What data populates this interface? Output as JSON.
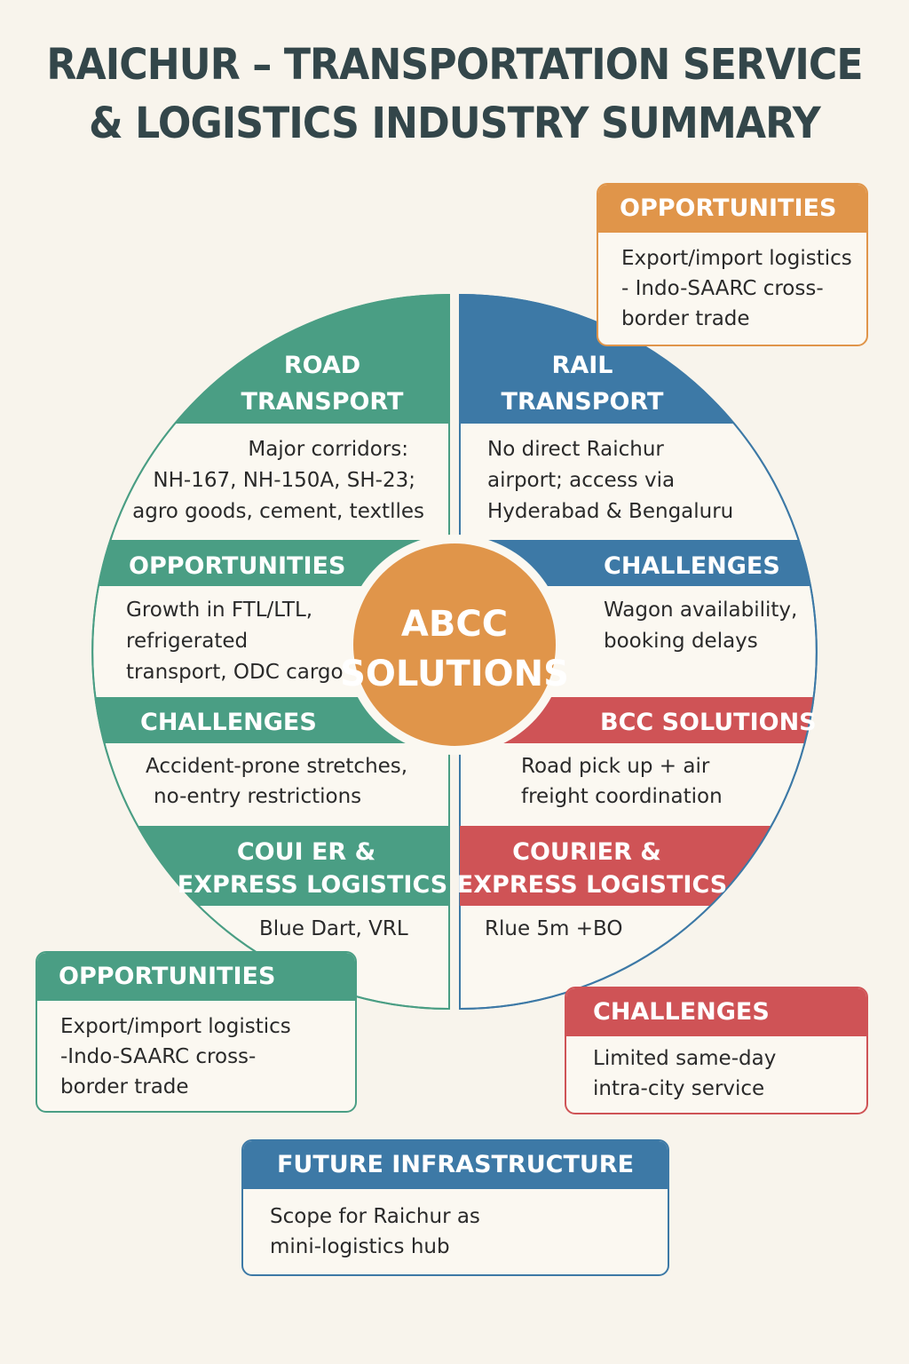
{
  "title": {
    "line1": "RAICHUR – TRANSPORTATION SERVICE",
    "line2": "& LOGISTICS INDUSTRY SUMMARY"
  },
  "colors": {
    "green": "#4a9e84",
    "blue": "#3d79a6",
    "red": "#cf5356",
    "orange": "#e0954a",
    "background": "#f8f4ec"
  },
  "center": {
    "line1": "ABCC",
    "line2": "SOLUTIONS"
  },
  "road": {
    "header1": "ROAD",
    "header2": "TRANSPORT",
    "text1": "Major corridors:",
    "text2": "NH-167, NH-150A, SH-23;",
    "text3": "agro goods, cement, textlles"
  },
  "rail": {
    "header1": "RAIL",
    "header2": "TRANSPORT",
    "text1": "No direct Raichur",
    "text2": "airport; access via",
    "text3": "Hyderabad & Bengaluru"
  },
  "left_opportunities": {
    "header": "OPPORTUNITIES",
    "text1": "Growth in FTL/LTL,",
    "text2": "refrigerated",
    "text3": "transport, ODC cargo"
  },
  "right_challenges": {
    "header": "CHALLENGES",
    "text1": "Wagon availability,",
    "text2": "booking delays"
  },
  "left_challenges": {
    "header": "CHALLENGES",
    "text1": "Accident-prone stretches,",
    "text2": "no-entry restrictions"
  },
  "bcc_solutions": {
    "header": "BCC SOLUTIONS",
    "text1": "Road pick up + air",
    "text2": "freight coordination"
  },
  "left_courier": {
    "header1": "COUI ER  &",
    "header2": "EXPRESS LOGISTICS",
    "text1": "Blue Dart, VRL"
  },
  "right_courier": {
    "header1": "COURIER &",
    "header2": "EXPRESS LOGISTICS",
    "text1": "Rlue 5m +BO"
  },
  "top_opportunities": {
    "header": "OPPORTUNITIES",
    "line1": "Export/import logistics",
    "line2": "- Indo-SAARC cross-",
    "line3": "border trade"
  },
  "bottom_opportunities": {
    "header": "OPPORTUNITIES",
    "line1": "Export/import logistics",
    "line2": "-Indo-SAARC cross-",
    "line3": "border trade"
  },
  "bottom_challenges": {
    "header": "CHALLENGES",
    "line1": "Limited same-day",
    "line2": "intra-city service"
  },
  "future": {
    "header": "FUTURE INFRASTRUCTURE",
    "line1": "Scope for Raichur as",
    "line2": "mini-logistics hub"
  }
}
